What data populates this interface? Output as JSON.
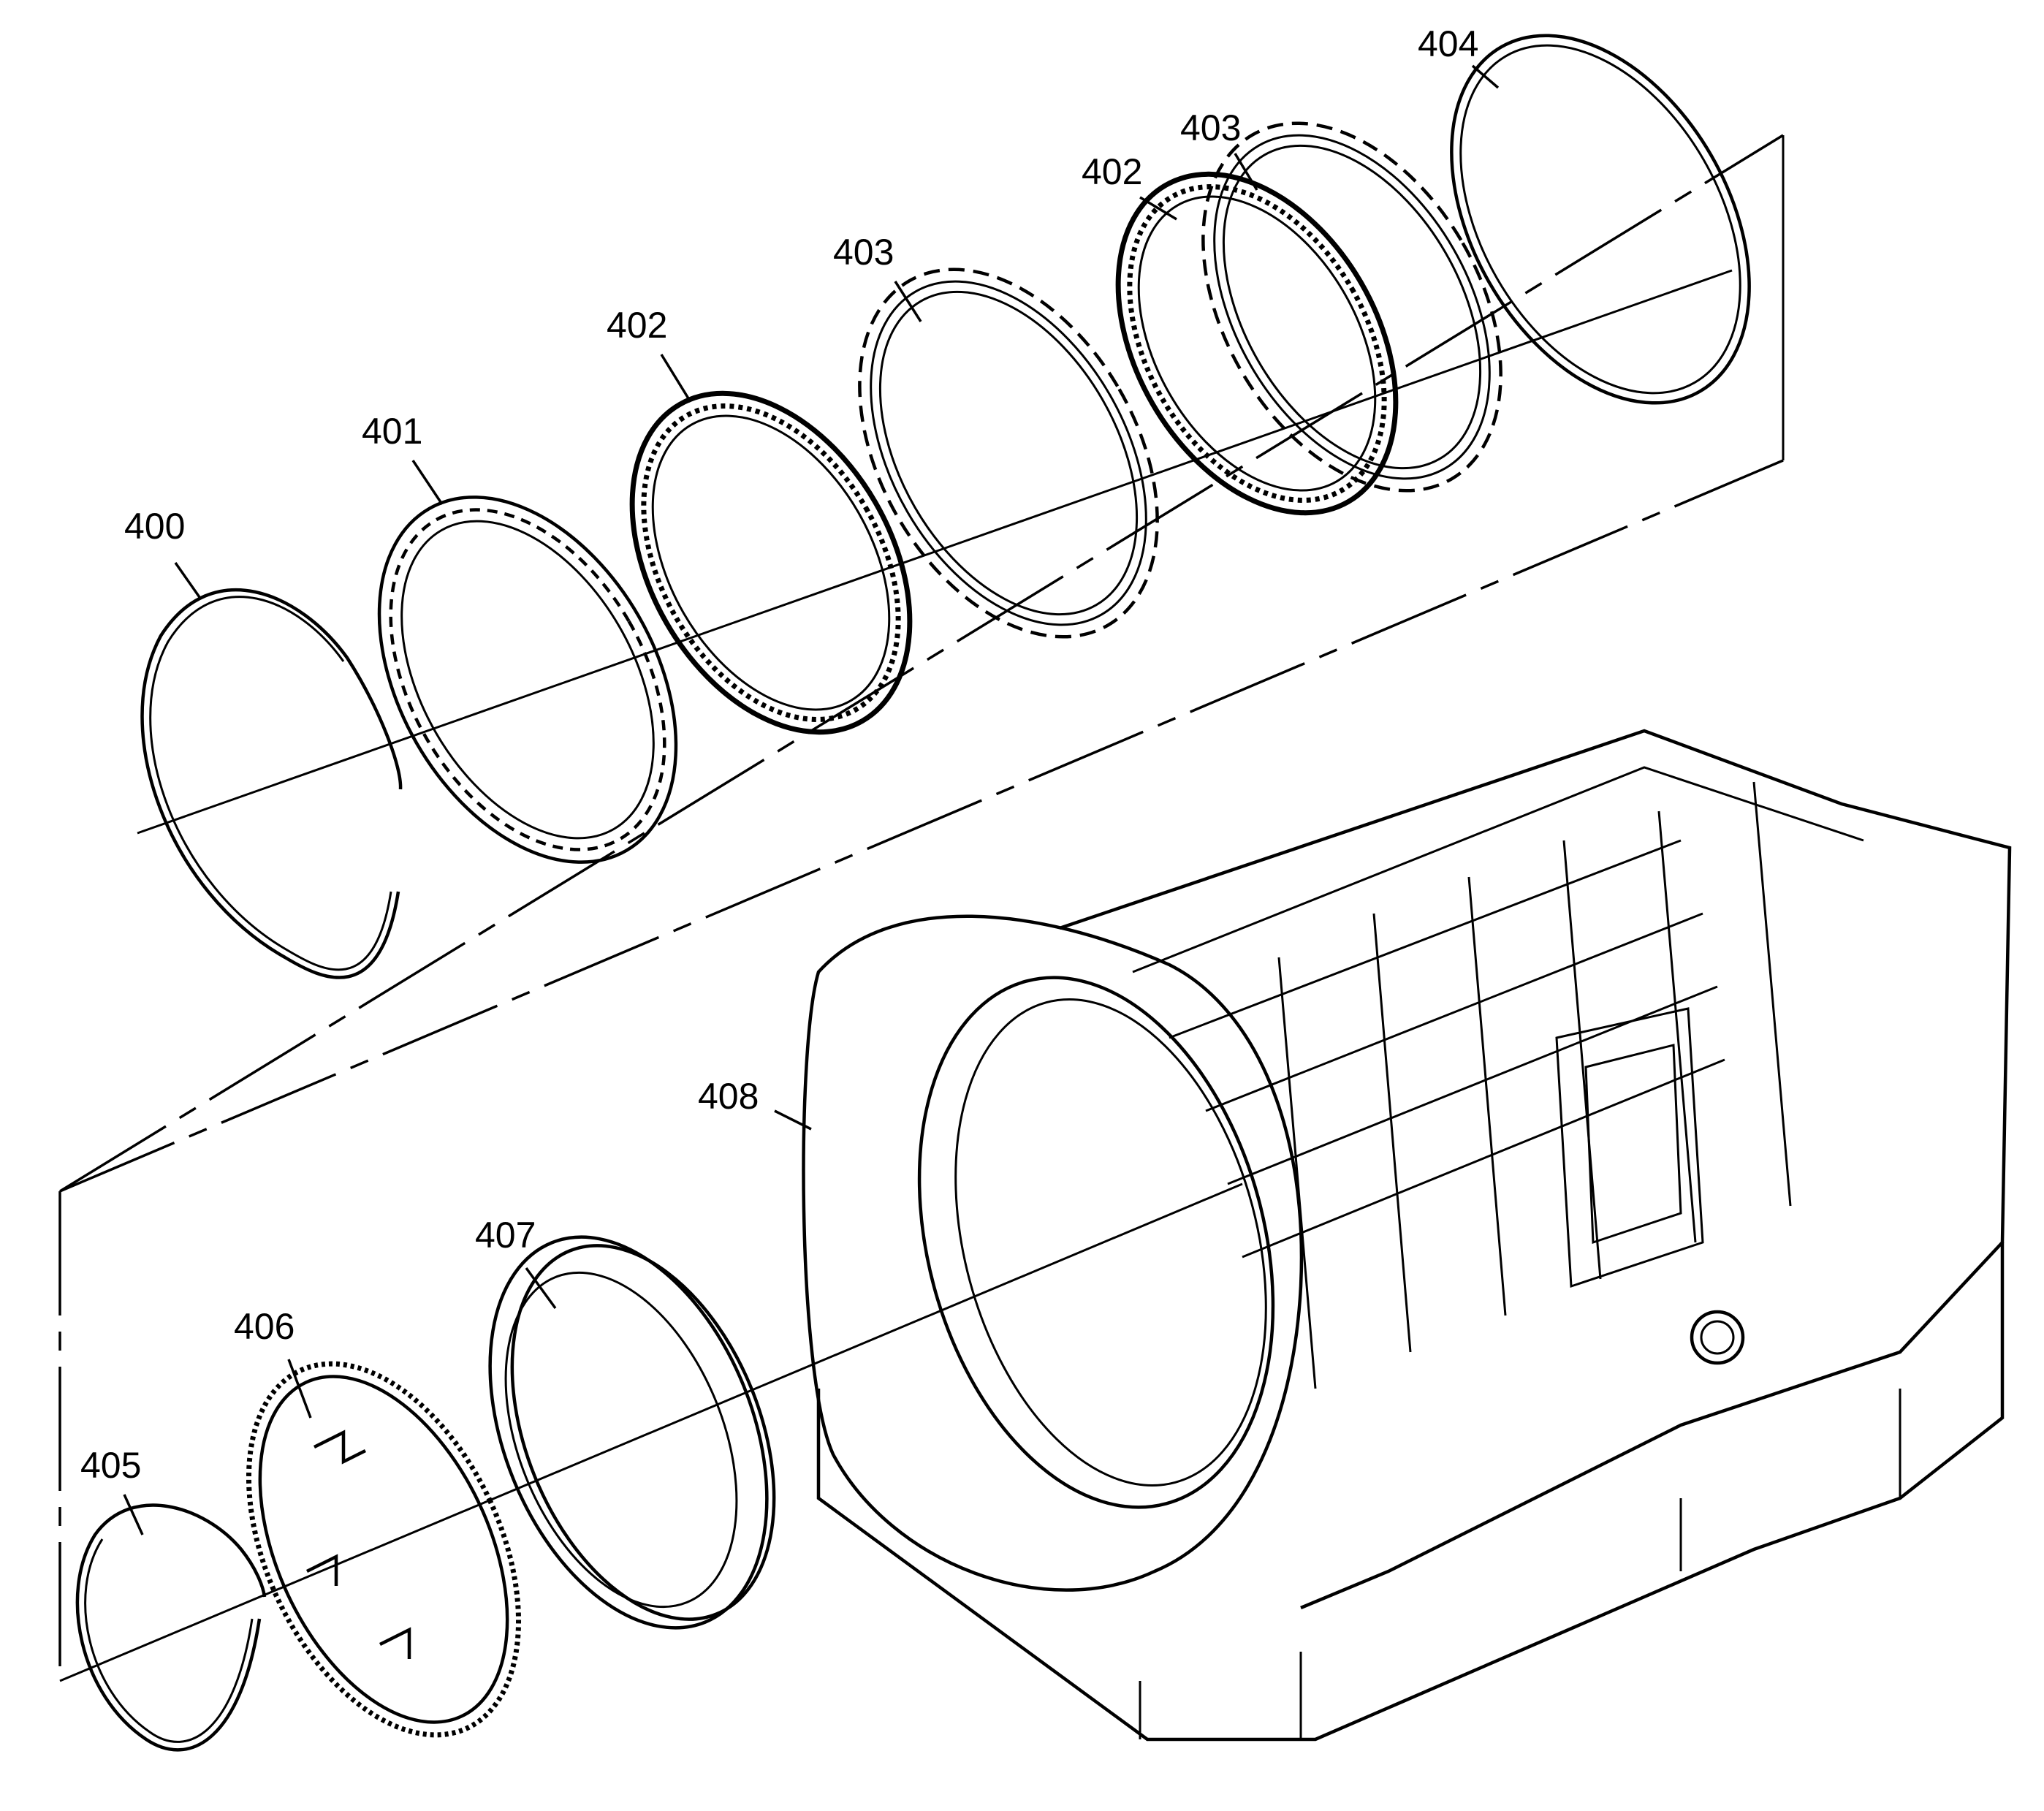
{
  "diagram": {
    "type": "exploded-parts-view",
    "callouts": [
      {
        "id": "c400",
        "label": "400"
      },
      {
        "id": "c401",
        "label": "401"
      },
      {
        "id": "c402a",
        "label": "402"
      },
      {
        "id": "c403a",
        "label": "403"
      },
      {
        "id": "c402b",
        "label": "402"
      },
      {
        "id": "c403b",
        "label": "403"
      },
      {
        "id": "c404",
        "label": "404"
      },
      {
        "id": "c405",
        "label": "405"
      },
      {
        "id": "c406",
        "label": "406"
      },
      {
        "id": "c407",
        "label": "407"
      },
      {
        "id": "c408",
        "label": "408"
      }
    ],
    "colors": {
      "line": "#000000",
      "background": "#ffffff"
    }
  }
}
